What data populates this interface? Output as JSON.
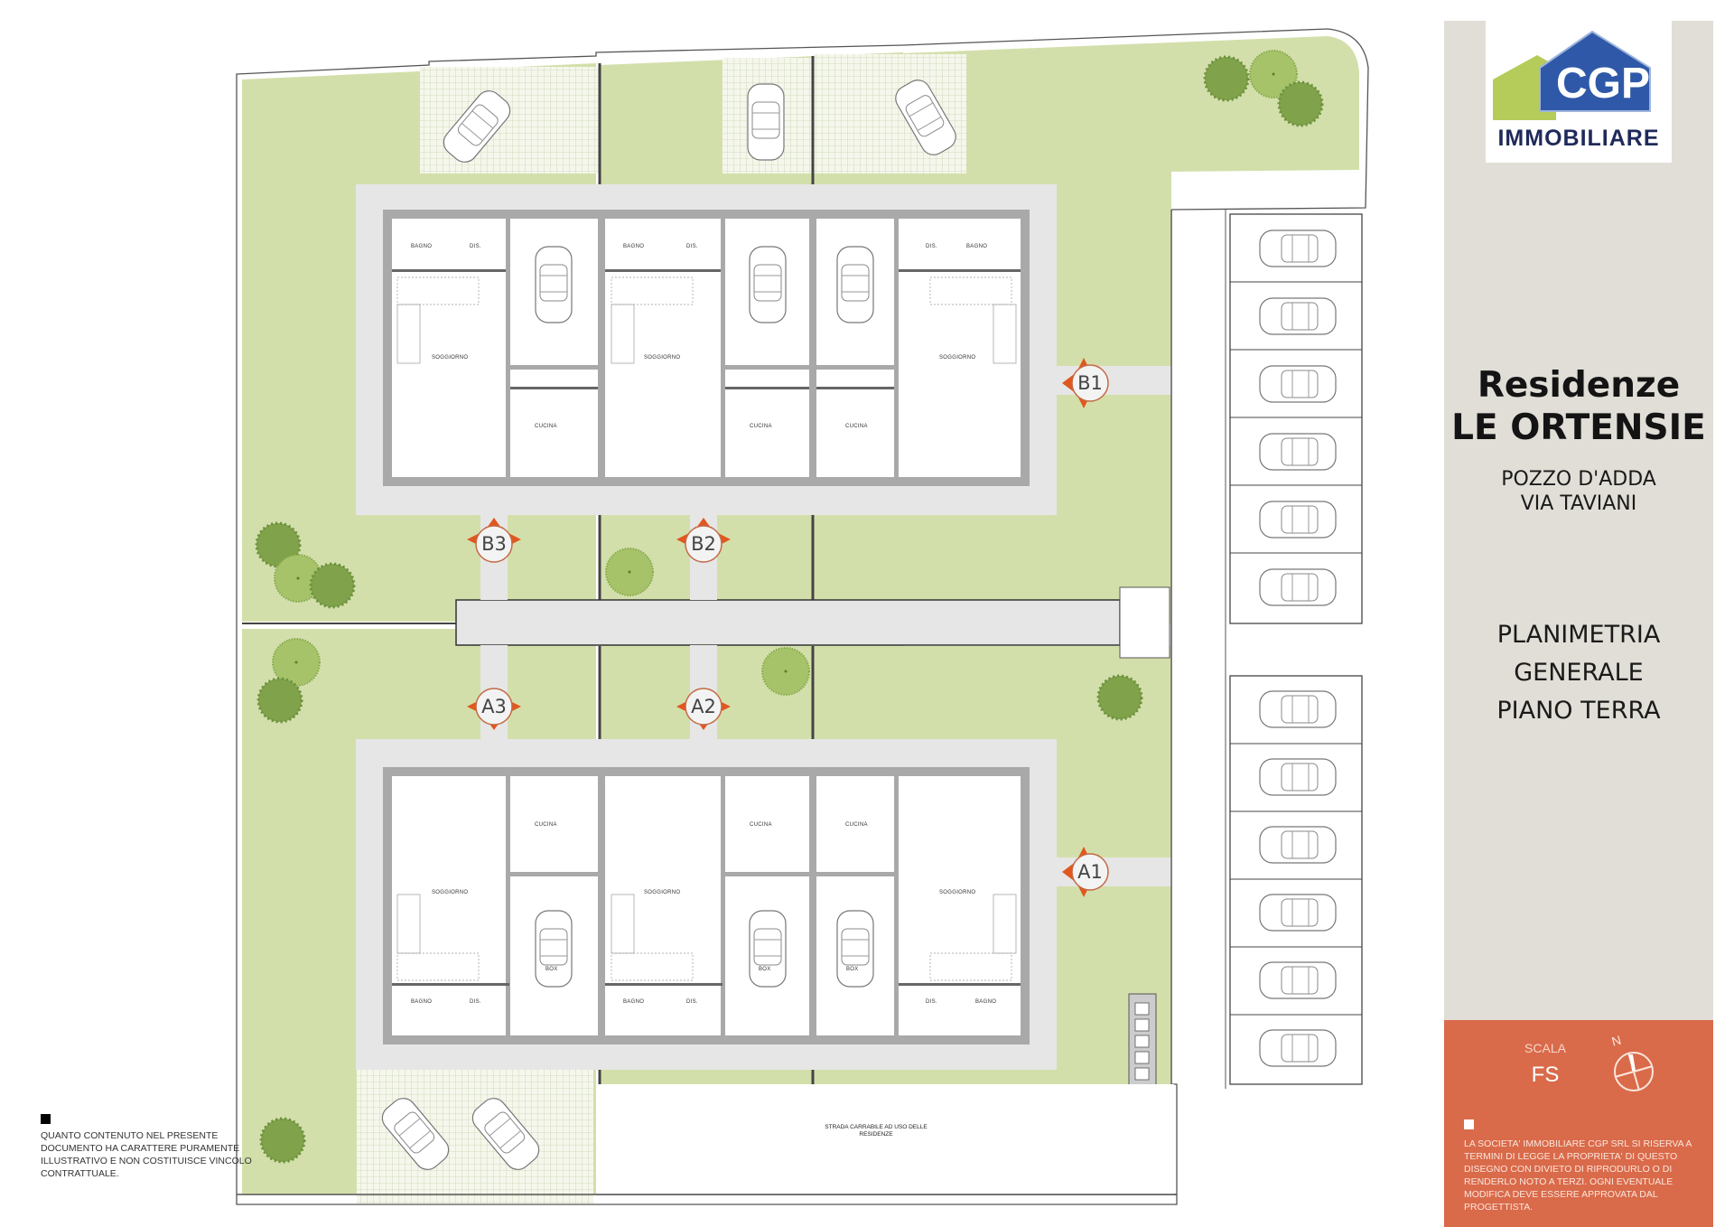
{
  "brand": {
    "logo_mark": "CGP",
    "logo_word": "IMMOBILIARE",
    "colors": {
      "logo_blue": "#2f59a8",
      "logo_green": "#b5cc5a",
      "logo_text": "#1f2a5a"
    }
  },
  "project": {
    "title_line1": "Residenze",
    "title_line2": "LE ORTENSIE",
    "location_line1": "POZZO D'ADDA",
    "location_line2": "VIA TAVIANI",
    "drawing_line1": "PLANIMETRIA",
    "drawing_line2": "GENERALE",
    "drawing_line3": "PIANO TERRA"
  },
  "info_box": {
    "scale_label": "SCALA",
    "scale_value": "FS",
    "north_label": "N",
    "north-icon": "compass-north-icon",
    "legal_text": "LA SOCIETA' IMMOBILIARE CGP SRL SI RISERVA A TERMINI DI LEGGE LA PROPRIETA' DI QUESTO DISEGNO CON DIVIETO DI RIPRODURLO O DI RENDERLO NOTO A TERZI. OGNI EVENTUALE MODIFICA DEVE ESSERE APPROVATA DAL PROGETTISTA.",
    "colors": {
      "background": "#d96a4a",
      "panel": "#e0ded6"
    }
  },
  "disclaimer": {
    "text": "QUANTO CONTENUTO NEL PRESENTE DOCUMENTO HA CARATTERE PURAMENTE ILLUSTRATIVO E NON COSTITUISCE VINCOLO CONTRATTUALE."
  },
  "plan": {
    "road_label": "STRADA CARRABILE AD USO DELLE RESIDENZE",
    "colors": {
      "garden": "#d3dfab",
      "paving": "#e6e6e6",
      "wall": "#a9a9a9",
      "marker": "#e0571f",
      "tree": "#7fa24a"
    },
    "entrance_markers": [
      "B1",
      "B2",
      "B3",
      "A1",
      "A2",
      "A3"
    ],
    "room_labels": {
      "bath": "BAGNO",
      "hall": "DIS.",
      "living": "SOGGIORNO",
      "kitchen": "CUCINA",
      "garage": "BOX"
    },
    "parking_spaces_upper": 6,
    "parking_spaces_lower": 6
  }
}
